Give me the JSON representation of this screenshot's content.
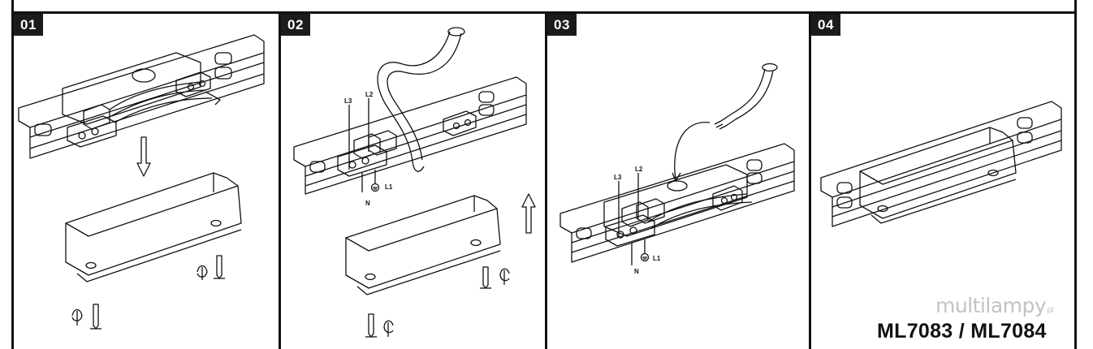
{
  "steps": [
    {
      "number": "01"
    },
    {
      "number": "02"
    },
    {
      "number": "03"
    },
    {
      "number": "04"
    }
  ],
  "wire_labels": {
    "l1": "L1",
    "l2": "L2",
    "l3": "L3",
    "n": "N"
  },
  "model_text": "ML7083 / ML7084",
  "watermark": {
    "text": "multilampy",
    "suffix": "pl"
  },
  "icons": [
    "arrow-down-icon",
    "arrow-up-icon",
    "screw-icon",
    "rotate-icon",
    "earth-icon"
  ]
}
